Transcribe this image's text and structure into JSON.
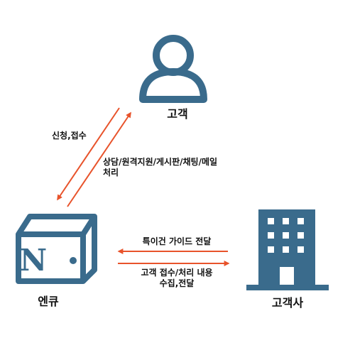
{
  "colors": {
    "icon": "#3a6b8c",
    "arrow": "#e8532b",
    "text": "#111111"
  },
  "nodes": {
    "customer": {
      "label": "고객",
      "icon": "person-icon"
    },
    "ncube": {
      "label": "엔큐",
      "icon": "cube-icon",
      "logo_text": "N"
    },
    "company": {
      "label": "고객사",
      "icon": "building-icon"
    }
  },
  "edges": {
    "apply": {
      "label": "신청,접수"
    },
    "support": {
      "lines": [
        "상담/원격지원/게시판/채팅/메일",
        "처리"
      ]
    },
    "guide": {
      "label": "특이건 가이드 전달"
    },
    "report": {
      "lines": [
        "고객 접수/처리 내용",
        "수집,전달"
      ]
    }
  }
}
